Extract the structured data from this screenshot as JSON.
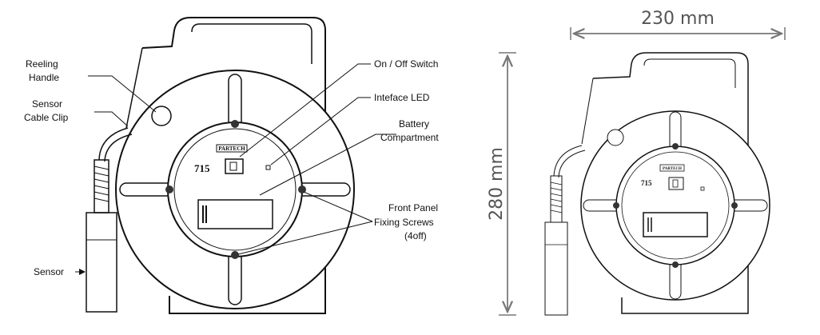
{
  "labels": {
    "reeling_handle": [
      "Reeling",
      "Handle"
    ],
    "sensor_cable_clip": [
      "Sensor",
      "Cable Clip"
    ],
    "sensor": "Sensor",
    "on_off_switch": "On / Off Switch",
    "interface_led": "Inteface LED",
    "battery": [
      "Battery",
      "Compartment"
    ],
    "front_panel": [
      "Front Panel",
      "Fixing Screws",
      "(4off)"
    ]
  },
  "device": {
    "brand": "PARTECH",
    "model": "715"
  },
  "dimensions": {
    "width": "230 mm",
    "height": "280 mm"
  }
}
